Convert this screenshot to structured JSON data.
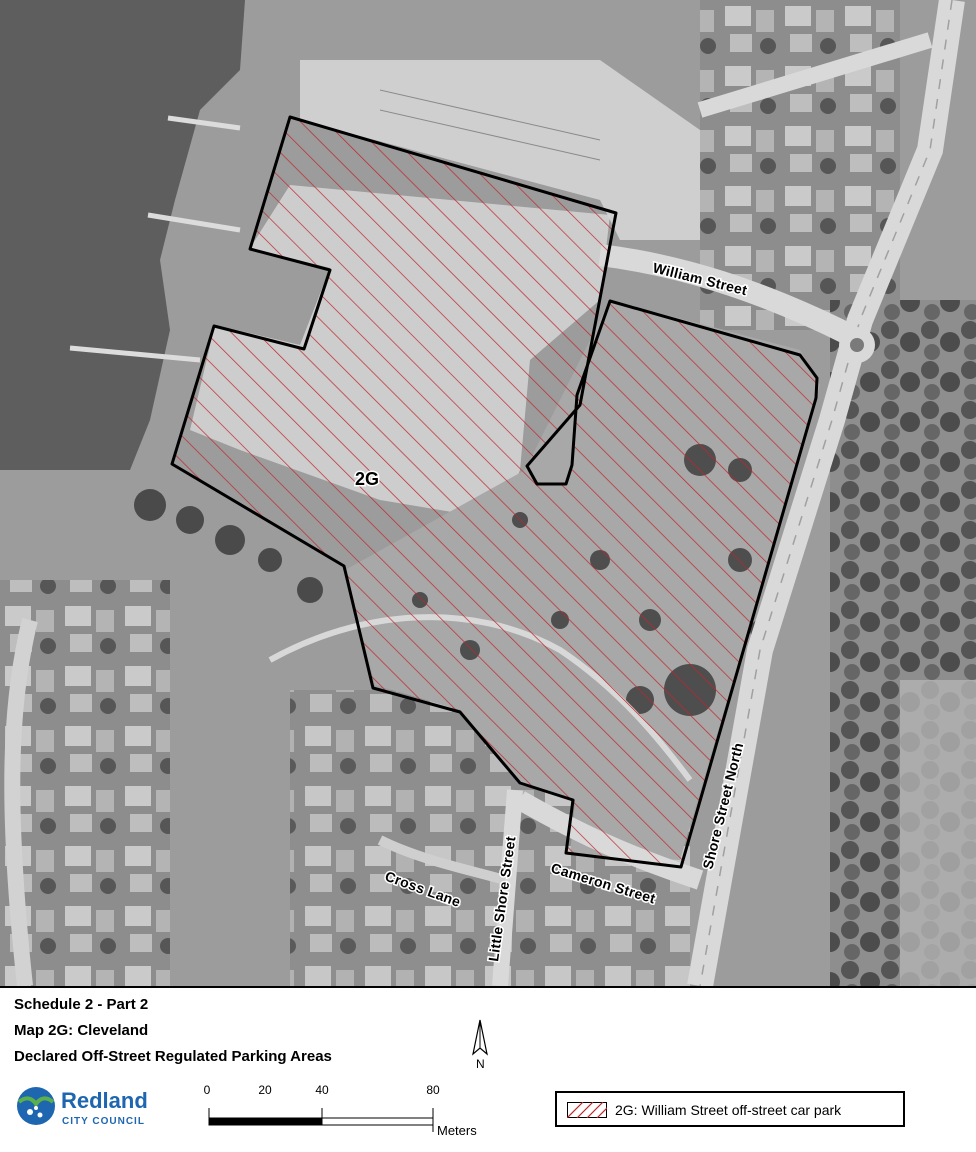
{
  "map": {
    "zone_label": "2G",
    "streets": {
      "william": "William Street",
      "shore_north": "Shore Street North",
      "cameron": "Cameron Street",
      "cross_lane": "Cross Lane",
      "little_shore": "Little Shore Street"
    },
    "colors": {
      "hatch": "#c0242a",
      "boundary": "#000000",
      "water": "#5e5e5e"
    }
  },
  "titles": {
    "line1": "Schedule 2 - Part 2",
    "line2": "Map 2G: Cleveland",
    "line3": "Declared Off-Street Regulated Parking Areas"
  },
  "north": {
    "label": "N"
  },
  "logo": {
    "name": "Redland",
    "sub": "CITY COUNCIL",
    "color": "#1e66b0",
    "accent": "#5ab04a"
  },
  "scale": {
    "ticks": [
      "0",
      "20",
      "40",
      "80"
    ],
    "unit": "Meters"
  },
  "legend": {
    "item": "2G: William Street off-street car park"
  }
}
